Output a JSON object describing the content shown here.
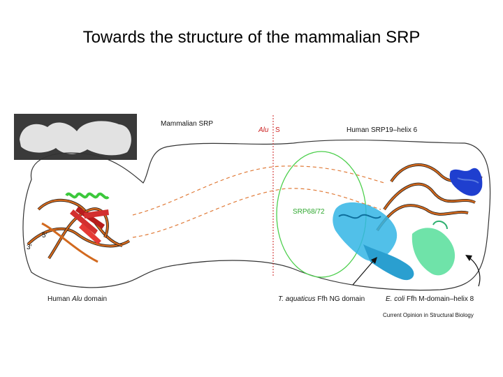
{
  "slide": {
    "title": "Towards the structure of the mammalian SRP"
  },
  "figure": {
    "labels": {
      "mammalian_srp": "Mammalian SRP",
      "alu": "Alu",
      "s": "S",
      "srp19_helix6": "Human SRP19–helix 6",
      "srp68_72": "SRP68/72",
      "five_prime": "5′",
      "three_prime": "3′",
      "human_alu_domain_prefix": "Human ",
      "human_alu_domain_em": "Alu",
      "human_alu_domain_suffix": " domain",
      "taq_em": "T. aquaticus",
      "taq_rest": " Ffh NG domain",
      "ecoli_em": "E. coli",
      "ecoli_rest": " Ffh M-domain–helix 8",
      "journal": "Current Opinion in Structural Biology"
    },
    "colors": {
      "rna": "#d2691e",
      "alu_red": "#d32f2f",
      "alu_green": "#3cc83c",
      "srp19_blue": "#1f3fcf",
      "ng_cyan": "#33b5e5",
      "m_domain_green": "#5fe0a0",
      "envelope_green": "#4ccf4c",
      "divider_red": "#cc2222",
      "dashed_orange": "#e07b39"
    }
  }
}
